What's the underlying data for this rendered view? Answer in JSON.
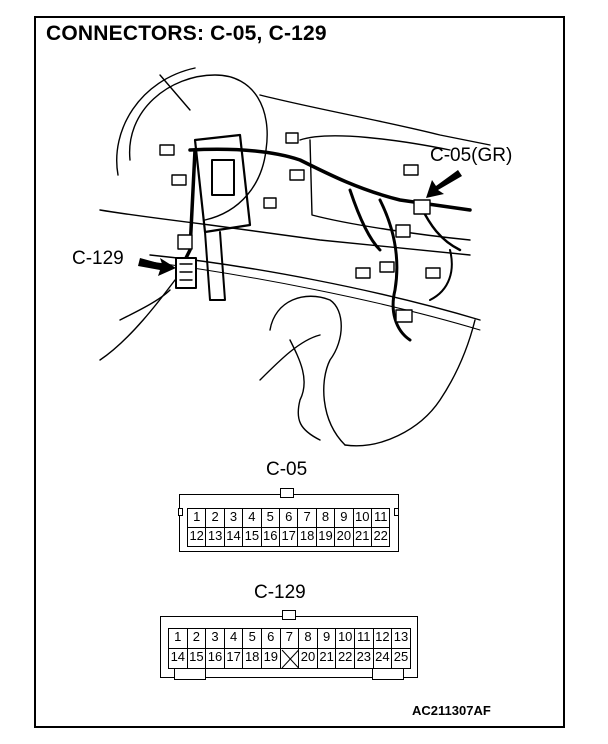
{
  "title": "CONNECTORS: C-05, C-129",
  "callouts": {
    "c05_gr": "C-05(GR)",
    "c129": "C-129"
  },
  "connector_c05": {
    "label": "C-05",
    "row1": [
      "1",
      "2",
      "3",
      "4",
      "5",
      "6",
      "7",
      "8",
      "9",
      "10",
      "11"
    ],
    "row2": [
      "12",
      "13",
      "14",
      "15",
      "16",
      "17",
      "18",
      "19",
      "20",
      "21",
      "22"
    ]
  },
  "connector_c129": {
    "label": "C-129",
    "row1": [
      "1",
      "2",
      "3",
      "4",
      "5",
      "6",
      "7",
      "8",
      "9",
      "10",
      "11",
      "12",
      "13"
    ],
    "row2": [
      "14",
      "15",
      "16",
      "17",
      "18",
      "19",
      "",
      "20",
      "21",
      "22",
      "23",
      "24",
      "25"
    ]
  },
  "figure_code": "AC211307AF"
}
